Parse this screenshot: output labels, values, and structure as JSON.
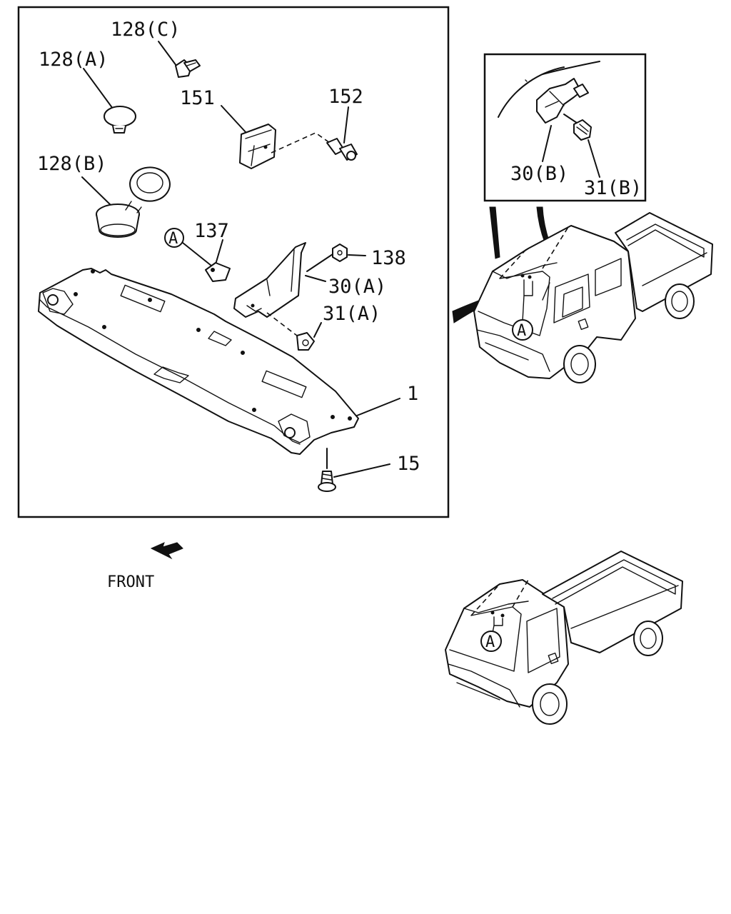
{
  "labels": {
    "p128c": "128(C)",
    "p128a": "128(A)",
    "p151": "151",
    "p152": "152",
    "p128b": "128(B)",
    "p137": "137",
    "p138": "138",
    "p30a": "30(A)",
    "p31a": "31(A)",
    "p1": "1",
    "p15": "15",
    "p30b": "30(B)",
    "p31b": "31(B)"
  },
  "ref_mark": "A",
  "front_label": "FRONT"
}
